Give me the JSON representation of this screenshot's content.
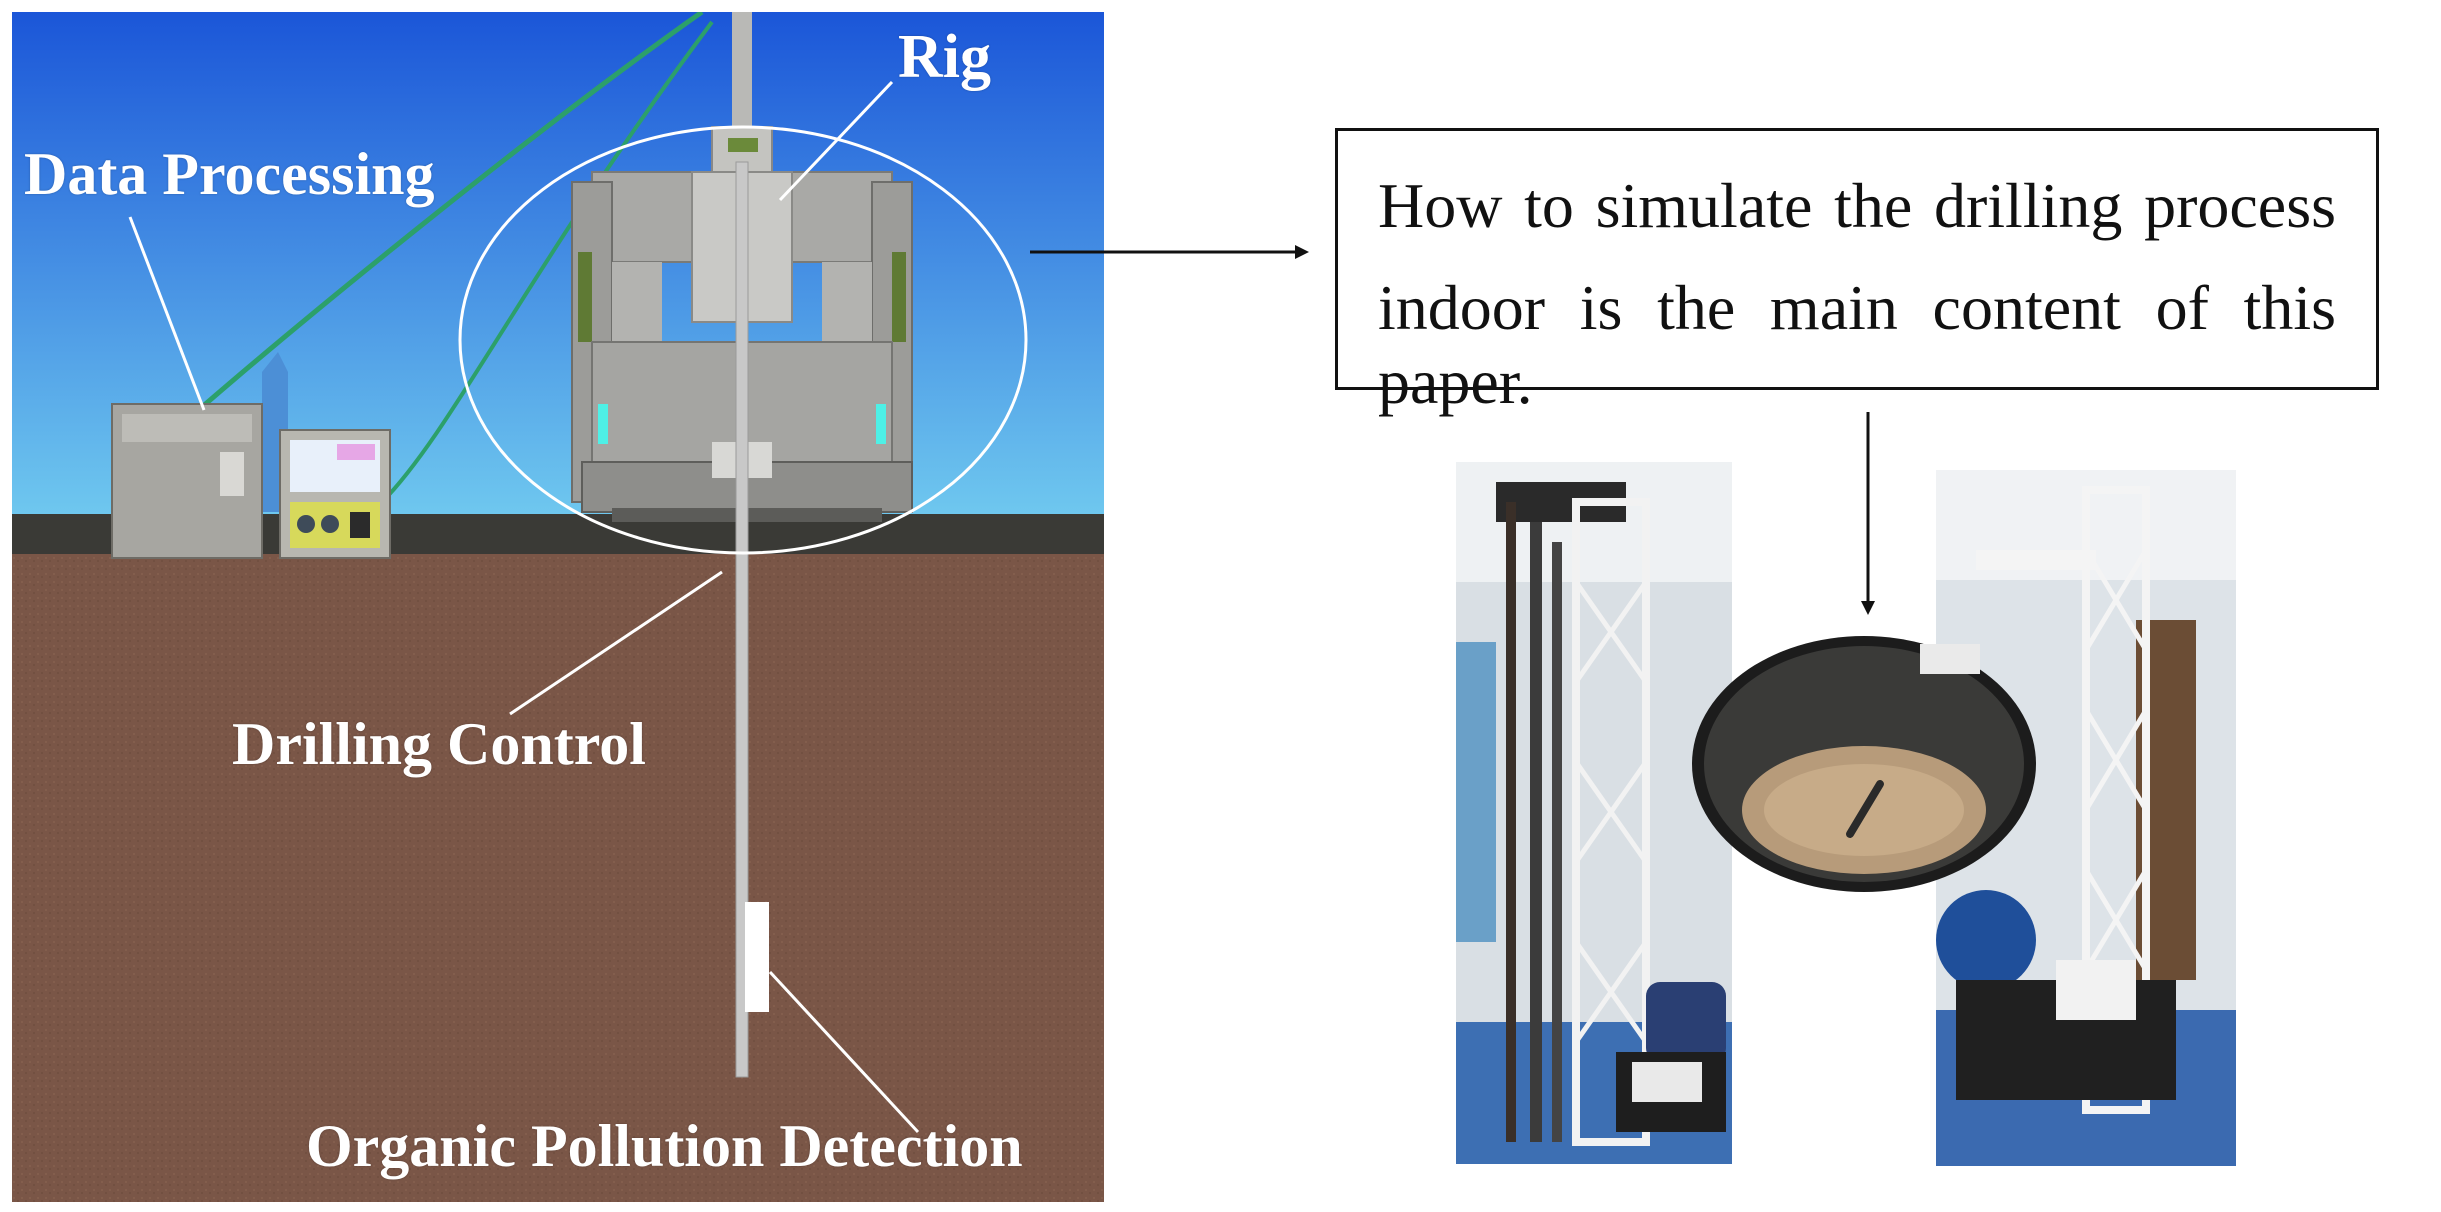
{
  "labels": {
    "rig": "Rig",
    "data_processing": "Data Processing",
    "drilling_control": "Drilling Control",
    "organic_pollution_detection": "Organic Pollution Detection"
  },
  "caption": {
    "line1": "How to simulate the drilling process",
    "line2": "indoor is the main content of this paper."
  },
  "colors": {
    "sky_top": "#1e5bd6",
    "sky_bottom": "#6ec6ee",
    "soil": "#7a5647",
    "ground_line": "#3a3a36",
    "cable": "#2ca06a"
  }
}
